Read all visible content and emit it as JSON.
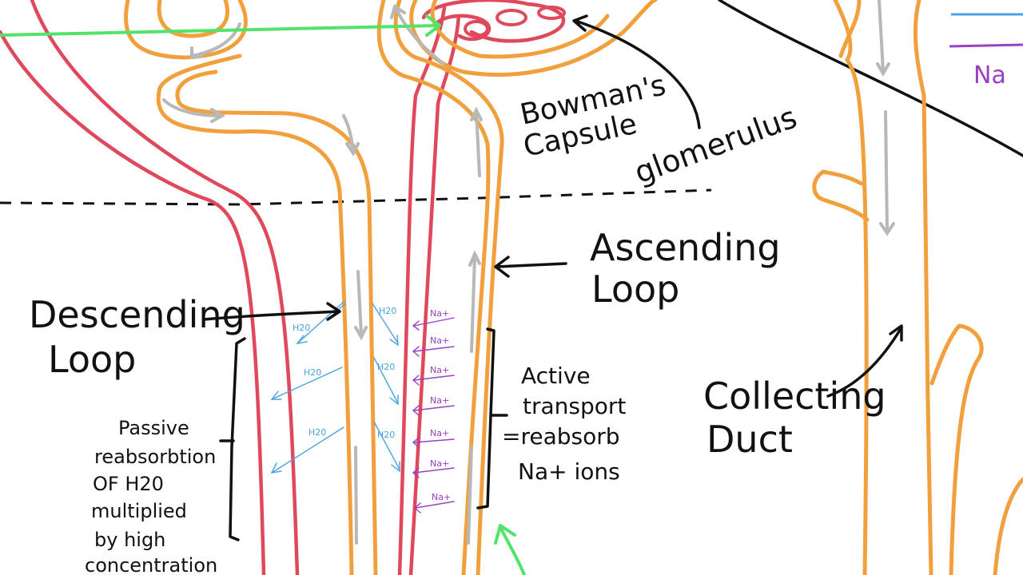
{
  "labels": {
    "bowmans_line1": "Bowman's",
    "bowmans_line2": "Capsule",
    "glomerulus": "glomerulus",
    "ascending_line1": "Ascending",
    "ascending_line2": "Loop",
    "descending_line1": "Descending",
    "descending_line2": "Loop",
    "collecting_line1": "Collecting",
    "collecting_line2": "Duct",
    "passive": [
      "Passive",
      "reabsorbtion",
      "OF H20",
      "multiplied",
      "by high",
      "concentration"
    ],
    "active": [
      "Active",
      "transport",
      "=reabsorb",
      "Na+ ions"
    ],
    "h2o_tag": "H20",
    "na_tag": "Na+",
    "legend_partial": "Na"
  },
  "colors": {
    "tubule": "#f2a03d",
    "capillary": "#e0485b",
    "water": "#4aa3e0",
    "sodium": "#9a3fc2",
    "flow": "#b8b8b8",
    "pointer": "#52e36a",
    "ink": "#111111"
  }
}
